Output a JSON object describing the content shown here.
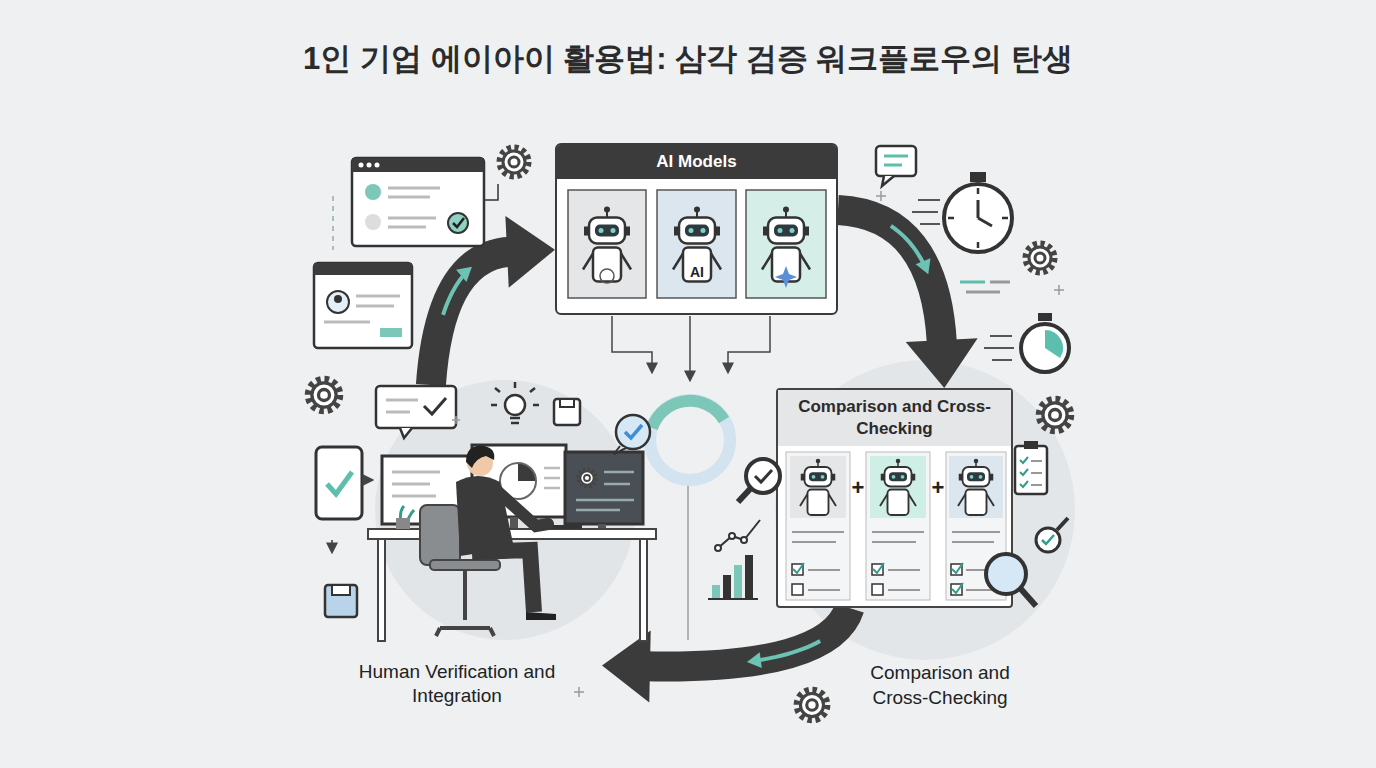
{
  "diagram": {
    "title": "1인 기업 에이아이 활용법: 삼각 검증 워크플로우의 탄생",
    "nodes": [
      {
        "text": [
          "AI Models"
        ]
      },
      {
        "text": [
          "Comparison and Cross-Checking"
        ]
      },
      {
        "text": [
          "Human Verification and Integration"
        ]
      }
    ],
    "edges": [
      {
        "from": 0,
        "to": 1,
        "arrow": "to"
      },
      {
        "from": 1,
        "to": 2,
        "arrow": "to"
      },
      {
        "from": 2,
        "to": 0,
        "arrow": "to"
      }
    ],
    "labels": [
      "AI",
      "+",
      "+",
      "Comparison and Cross-Checking"
    ]
  }
}
